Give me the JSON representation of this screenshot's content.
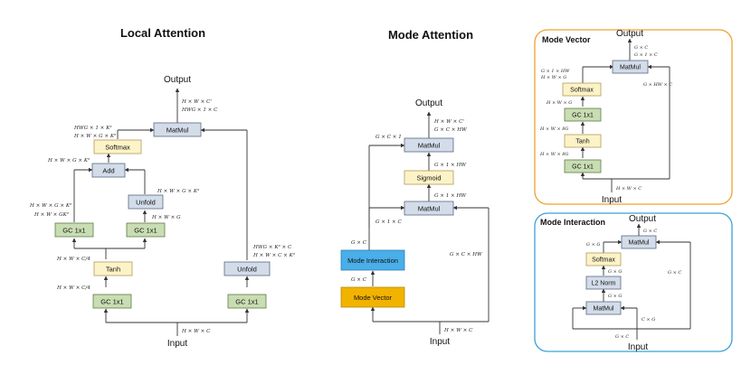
{
  "local_attention": {
    "title": "Local Attention",
    "output": "Output",
    "input": "Input",
    "boxes": {
      "matmul": "MatMul",
      "softmax": "Softmax",
      "add": "Add",
      "unfold_mid": "Unfold",
      "gc_left": "GC 1x1",
      "gc_right": "GC 1x1",
      "tanh": "Tanh",
      "gc_bottom": "GC 1x1",
      "unfold_right": "Unfold",
      "gc_right_bottom": "GC 1x1"
    },
    "annotations": {
      "out1": "H × W × C'",
      "out2": "HWG × 1 × C",
      "sm1": "HWG × 1 × K²",
      "sm2": "H × W × G × K²",
      "add_in": "H × W × G × K²",
      "unf1": "H × W × G × K²",
      "unf2": "H × W × G",
      "gcl1": "H × W × G × K²",
      "gcl2": "H × W × GK²",
      "tanh_out": "H × W × C/4",
      "tanh_in": "H × W × C/4",
      "right1": "HWG × K² × C",
      "right2": "H × W × C × K²",
      "in": "H × W × C"
    }
  },
  "mode_attention": {
    "title": "Mode Attention",
    "output": "Output",
    "input": "Input",
    "boxes": {
      "matmul_top": "MatMul",
      "sigmoid": "Sigmoid",
      "matmul_mid": "MatMul",
      "mode_interaction": "Mode Interaction",
      "mode_vector": "Mode Vector"
    },
    "annotations": {
      "out1": "H × W × C'",
      "out2": "G × C × HW",
      "gc1": "G × C × 1",
      "sig_out": "G × 1 × HW",
      "sig_in": "G × 1 × HW",
      "g1c": "G × 1 × C",
      "gc_a": "G × C",
      "gc_b": "G × C",
      "gchw": "G × C × HW",
      "in": "H × W × C"
    }
  },
  "mode_vector": {
    "title": "Mode Vector",
    "output": "Output",
    "input": "Input",
    "boxes": {
      "matmul": "MatMul",
      "softmax": "Softmax",
      "gc1": "GC 1x1",
      "tanh": "Tanh",
      "gc2": "GC 1x1"
    },
    "annotations": {
      "out1": "G × C",
      "out2": "G × 1 × C",
      "a1": "G × 1 × HW",
      "a2": "H × W × G",
      "gchw": "G × HW × C",
      "s_in": "H × W × G",
      "gc_in": "H × W × 8G",
      "tanh_in": "H × W × 8G",
      "in": "H × W × C"
    }
  },
  "mode_interaction": {
    "title": "Mode Interaction",
    "output": "Output",
    "input": "Input",
    "boxes": {
      "matmul_top": "MatMul",
      "softmax": "Softmax",
      "l2norm": "L2 Norm",
      "matmul_bottom": "MatMul"
    },
    "annotations": {
      "gxg": "G × G",
      "gxc_top": "G × C",
      "gxg2": "G × G",
      "gxg3": "G × G",
      "gxc_right": "G × C",
      "cxg": "C × G",
      "gxc_in": "G × C"
    }
  }
}
